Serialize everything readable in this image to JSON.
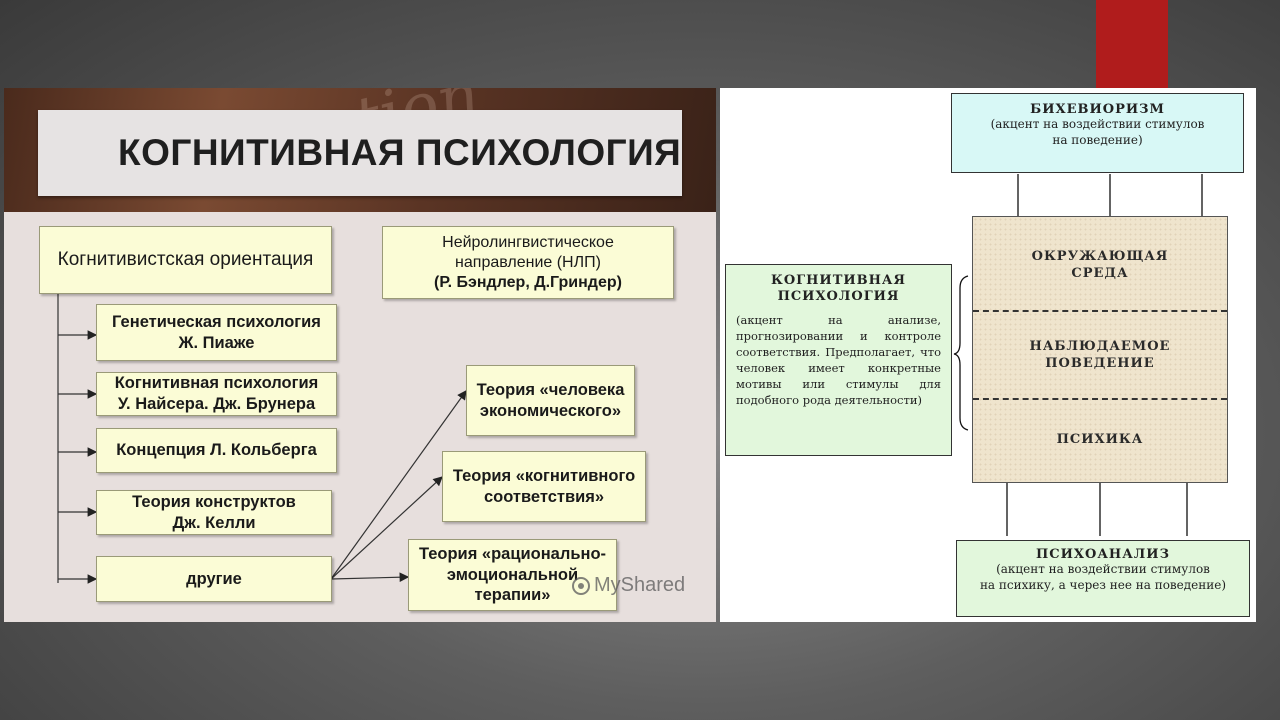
{
  "left_slide": {
    "header_word": "Education",
    "title": "КОГНИТИВНАЯ ПСИХОЛОГИЯ",
    "orientation": "Когнитивистская ориентация",
    "nlp": [
      "Нейролингвистическое",
      "направление (НЛП)",
      "(Р. Бэндлер, Д.Гриндер)"
    ],
    "branches": [
      [
        "Генетическая психология",
        "Ж. Пиаже"
      ],
      [
        "Когнитивная психология",
        "У. Найсера. Дж. Брунера"
      ],
      [
        "Концепция Л. Кольберга"
      ],
      [
        "Теория конструктов",
        "Дж. Келли"
      ],
      [
        "другие"
      ]
    ],
    "theories": [
      [
        "Теория «человека",
        "экономического»"
      ],
      [
        "Теория «когнитивного",
        "соответствия»"
      ],
      [
        "Теория «рационально-",
        "эмоциональной",
        "терапии»"
      ]
    ],
    "watermark": "MyShared"
  },
  "right_slide": {
    "behaviorism": {
      "title": "БИХЕВИОРИЗМ",
      "text": [
        "(акцент на воздействии стимулов",
        "на поведение)"
      ]
    },
    "environment": [
      "ОКРУЖАЮЩАЯ",
      "СРЕДА"
    ],
    "observed": [
      "НАБЛЮДАЕМОЕ",
      "ПОВЕДЕНИЕ"
    ],
    "psyche": "ПСИХИКА",
    "cognitive": {
      "title": [
        "КОГНИТИВНАЯ",
        "ПСИХОЛОГИЯ"
      ],
      "text": "(акцент на анализе, прогнозировании и контроле соответствия. Предполагает, что человек имеет конкретные мотивы или стимулы для подобного рода деятельности)"
    },
    "psychoanalysis": {
      "title": "ПСИХОАНАЛИЗ",
      "text": [
        "(акцент на воздействии стимулов",
        "на психику, а через нее на поведение)"
      ]
    }
  },
  "colors": {
    "accent": "#b01c1c",
    "box_fill": "#fbfcd6",
    "cyan": "#d8f8f6",
    "green": "#e2f7dc"
  }
}
